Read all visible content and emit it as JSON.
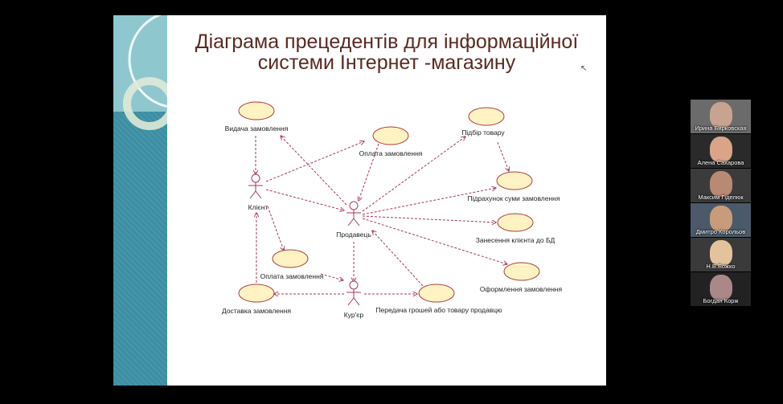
{
  "slide": {
    "title_line1": "Діаграма прецедентів для інформаційної",
    "title_line2": "системи Інтернет -магазину"
  },
  "diagram": {
    "actors": {
      "client": "Клієнт",
      "seller": "Продавець",
      "courier": "Кур'єр"
    },
    "use_cases": {
      "issue_order": "Видача замовлення",
      "payment_top": "Оплата замовлення",
      "product_selection": "Підбір товару",
      "order_total": "Підрахунок суми замовлення",
      "client_to_db": "Занесення клієнта до БД",
      "order_processing": "Оформлення замовлення",
      "payment_bottom": "Оплата замовлення",
      "delivery": "Доставка замовлення",
      "transfer": "Передача грошей або товару продавцю"
    },
    "colors": {
      "ellipse_fill": "#fff3c4",
      "ellipse_stroke": "#b03a3a",
      "arrow": "#a33a55"
    }
  },
  "participants": [
    {
      "name": "Ирина Бирковская",
      "face_color": "#c9a392",
      "bg": "#6b6b6b"
    },
    {
      "name": "Алена Сахарова",
      "face_color": "#d9a487",
      "bg": "#2a2a2a"
    },
    {
      "name": "Максим Гіделюк",
      "face_color": "#b88a74",
      "bg": "#3b3b3b"
    },
    {
      "name": "Дмитро Корольов",
      "face_color": "#c89c7a",
      "bg": "#4a5a6a"
    },
    {
      "name": "Н.В.Божко",
      "face_color": "#e2c39c",
      "bg": "#3a3a3a"
    },
    {
      "name": "Богдан Корж",
      "face_color": "#a88",
      "bg": "#222"
    }
  ]
}
